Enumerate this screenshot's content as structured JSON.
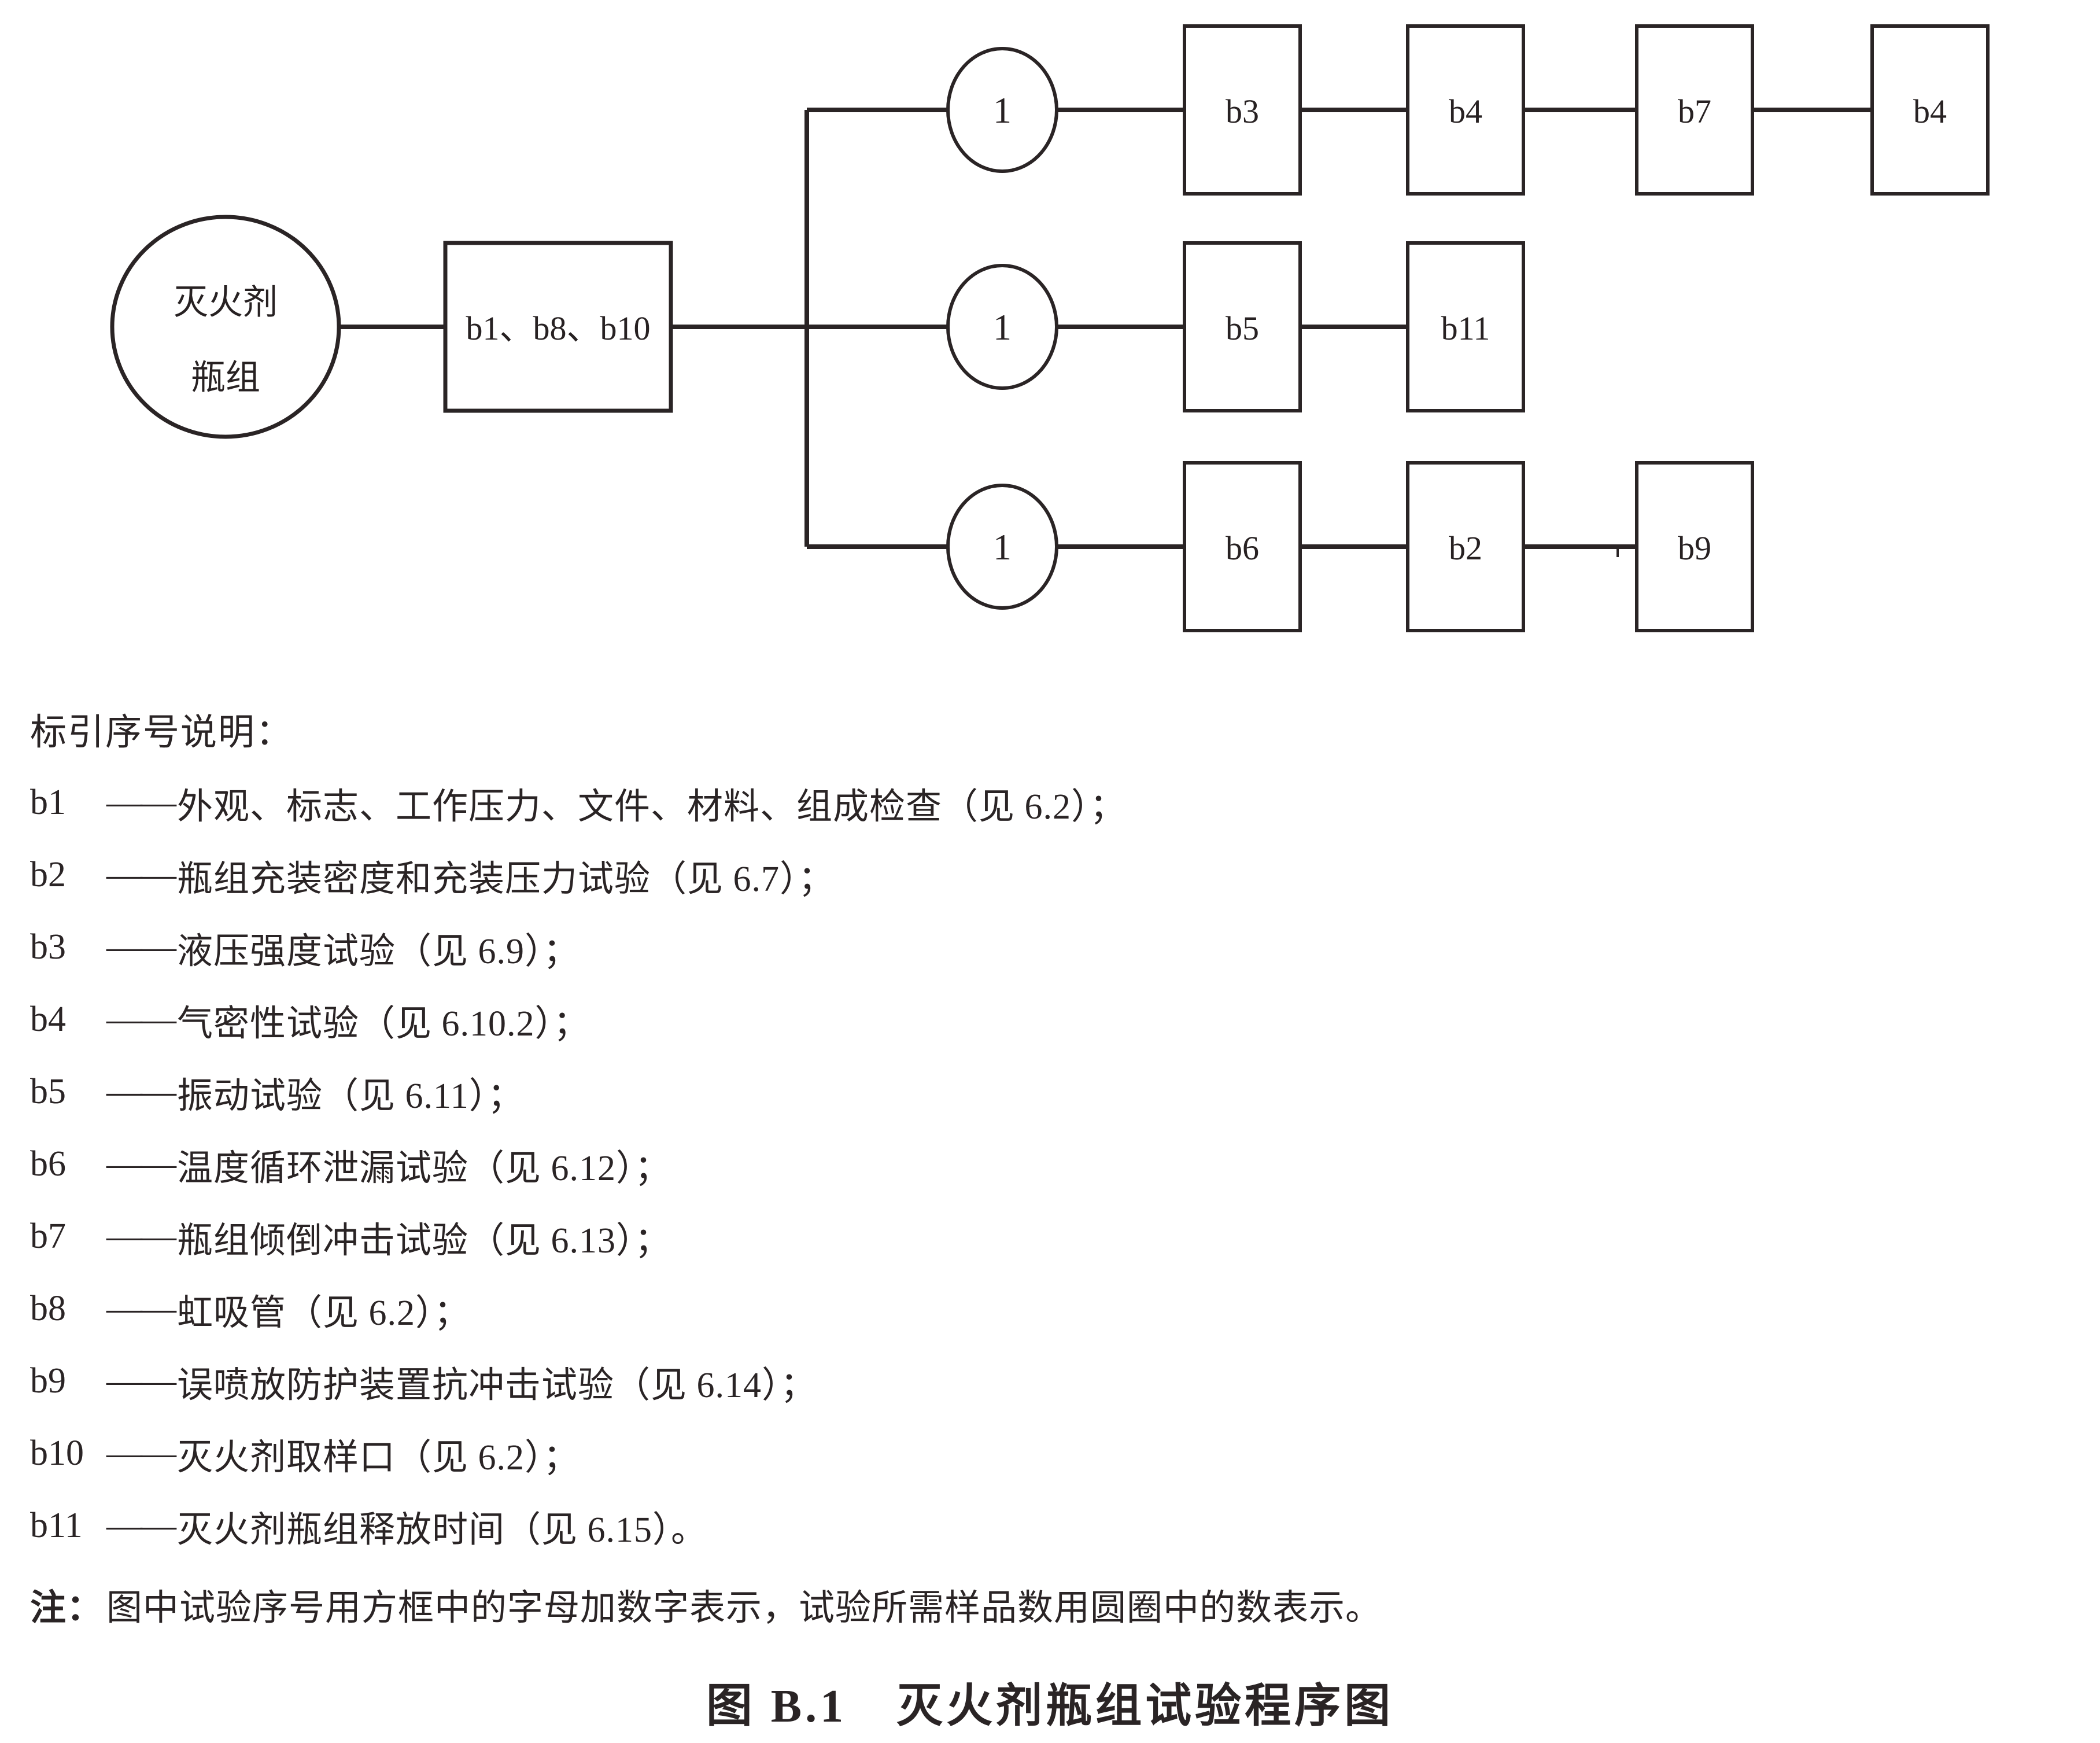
{
  "colors": {
    "ink": "#2a2425",
    "background": "#ffffff"
  },
  "diagram": {
    "source": {
      "line1": "灭火剂",
      "line2": "瓶组"
    },
    "start_box": "b1、b8、b10",
    "branches": [
      {
        "count": "1",
        "boxes": [
          "b3",
          "b4",
          "b7",
          "b4"
        ]
      },
      {
        "count": "1",
        "boxes": [
          "b5",
          "b11"
        ]
      },
      {
        "count": "1",
        "boxes": [
          "b6",
          "b2",
          "b9"
        ]
      }
    ]
  },
  "legend": {
    "heading": "标引序号说明：",
    "items": [
      {
        "key": "b1",
        "dash": "——",
        "text": "外观、标志、工作压力、文件、材料、组成检查（见 6.2）；"
      },
      {
        "key": "b2",
        "dash": "——",
        "text": "瓶组充装密度和充装压力试验（见 6.7）；"
      },
      {
        "key": "b3",
        "dash": "——",
        "text": "液压强度试验（见 6.9）；"
      },
      {
        "key": "b4",
        "dash": "——",
        "text": "气密性试验（见 6.10.2）；"
      },
      {
        "key": "b5",
        "dash": "——",
        "text": "振动试验（见 6.11）；"
      },
      {
        "key": "b6",
        "dash": "——",
        "text": "温度循环泄漏试验（见 6.12）；"
      },
      {
        "key": "b7",
        "dash": "——",
        "text": "瓶组倾倒冲击试验（见 6.13）；"
      },
      {
        "key": "b8",
        "dash": "——",
        "text": "虹吸管（见 6.2）；"
      },
      {
        "key": "b9",
        "dash": "——",
        "text": "误喷放防护装置抗冲击试验（见 6.14）；"
      },
      {
        "key": "b10",
        "dash": "——",
        "text": "灭火剂取样口（见 6.2）；"
      },
      {
        "key": "b11",
        "dash": "——",
        "text": "灭火剂瓶组释放时间（见 6.15）。"
      }
    ]
  },
  "note": {
    "label": "注：",
    "text": "图中试验序号用方框中的字母加数字表示，试验所需样品数用圆圈中的数表示。"
  },
  "figure": {
    "title": "图 B.1　灭火剂瓶组试验程序图"
  }
}
